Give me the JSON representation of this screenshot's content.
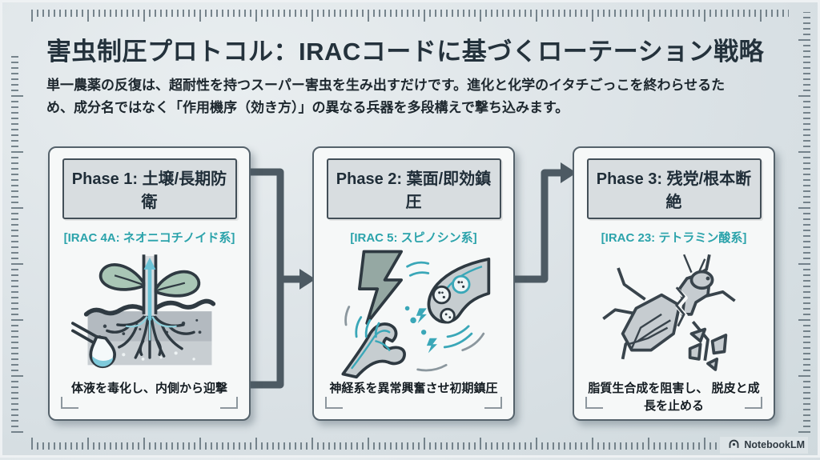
{
  "page": {
    "title": "害虫制圧プロトコル：IRACコードに基づくローテーション戦略",
    "subtitle": "単一農薬の反復は、超耐性を持つスーパー害虫を生み出すだけです。進化と化学のイタチごっこを終わらせるため、成分名ではなく「作用機序（効き方）」の異なる兵器を多段構えで撃ち込みます。"
  },
  "phases": [
    {
      "title": "Phase 1: 土壌/長期防衛",
      "irac_code": "[IRAC 4A: ネオニコチノイド系]",
      "description": "体液を毒化し、内側から迎撃",
      "icon": "systemic-plant-roots-icon"
    },
    {
      "title": "Phase 2: 葉面/即効鎮圧",
      "irac_code": "[IRAC 5: スピノシン系]",
      "description": "神経系を異常興奮させ初期鎮圧",
      "icon": "synapse-shock-icon"
    },
    {
      "title": "Phase 3: 残党/根本断絶",
      "irac_code": "[IRAC 23: テトラミン酸系]",
      "description": "脂質生合成を阻害し、\n脱皮と成長を止める",
      "icon": "shattered-insect-icon"
    }
  ],
  "footer": {
    "brand": "NotebookLM"
  },
  "colors": {
    "accent_teal": "#2ba3ab",
    "arrow": "#4d5a63",
    "title_text": "#24323c",
    "card_bg": "#f6f8f8",
    "card_border": "#55626b",
    "phase_box_bg": "#d8dde0"
  }
}
